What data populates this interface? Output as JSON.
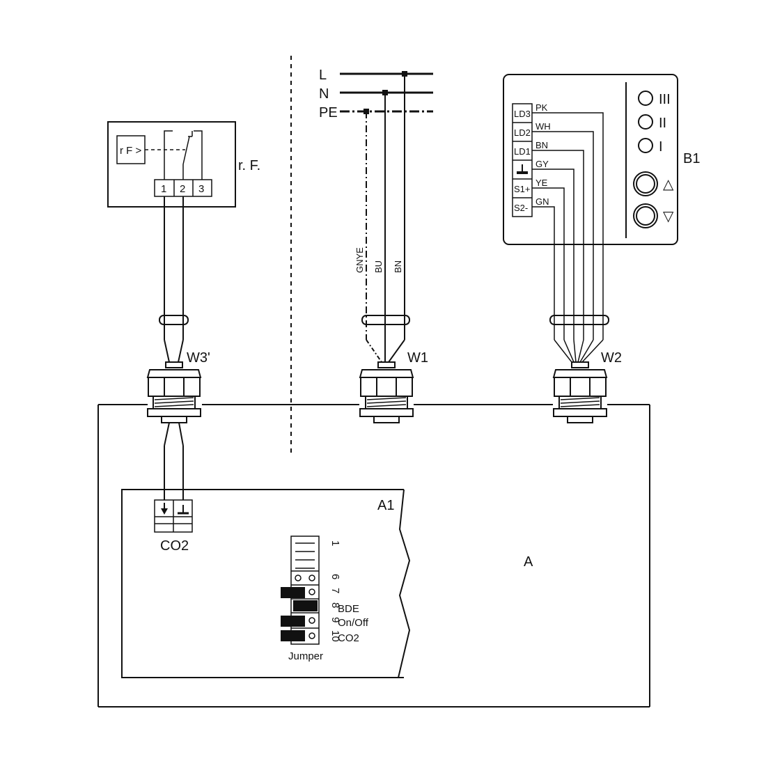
{
  "mains": {
    "l": "L",
    "n": "N",
    "pe": "PE"
  },
  "mains_wires": {
    "pe": "GNYE",
    "n": "BU",
    "l": "BN"
  },
  "sensor": {
    "label": "r. F.",
    "element": "r F >",
    "terminals": [
      "1",
      "2",
      "3"
    ]
  },
  "cables": {
    "w3": "W3'",
    "w1": "W1",
    "w2": "W2"
  },
  "control": {
    "label": "B1",
    "terminals": [
      "LD3",
      "LD2",
      "LD1",
      "⊥",
      "S1+",
      "S2-"
    ],
    "wires": [
      "PK",
      "WH",
      "BN",
      "GY",
      "YE",
      "GN"
    ],
    "levels": [
      "III",
      "II",
      "I"
    ],
    "buttons": [
      "△",
      "▽"
    ]
  },
  "unit": {
    "label": "A",
    "board_label": "A1",
    "co2_label": "CO2",
    "jumper_pins": [
      "1",
      "6",
      "7",
      "8",
      "9",
      "10"
    ],
    "jumper_functions": [
      "BDE",
      "On/Off",
      "CO2"
    ],
    "jumper_caption": "Jumper"
  }
}
